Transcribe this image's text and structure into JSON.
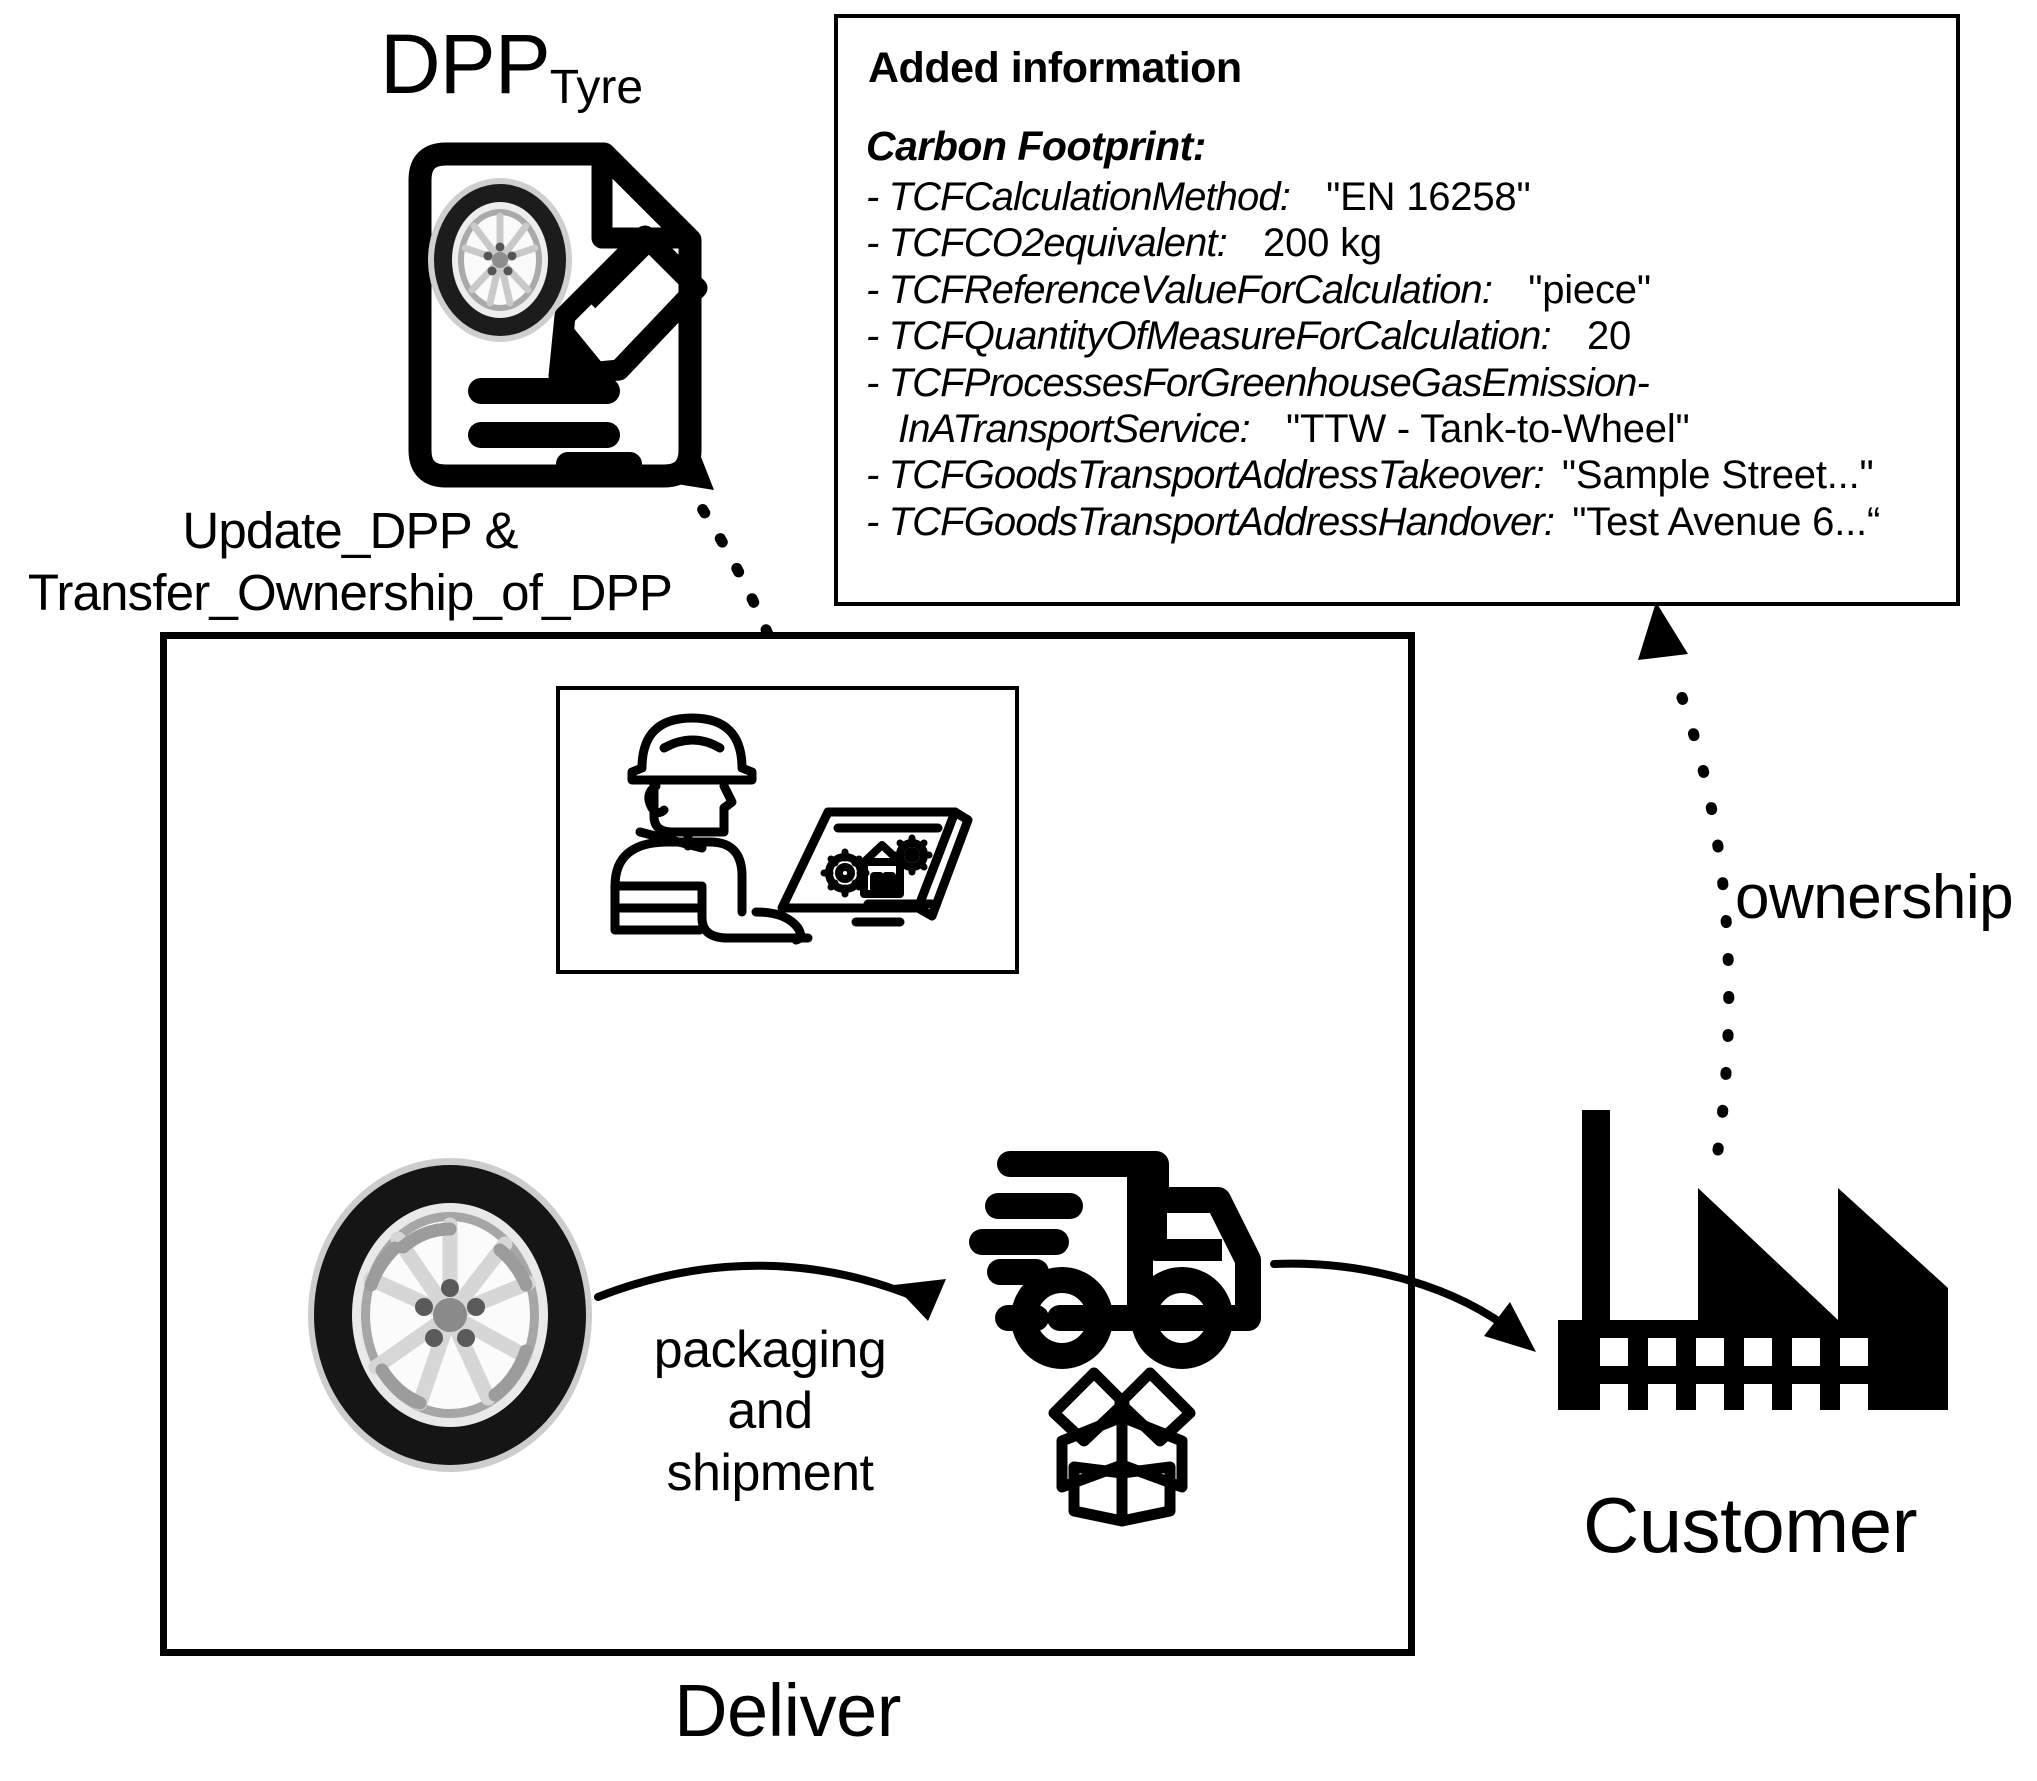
{
  "dpp": {
    "main": "DPP",
    "subscript": "Tyre",
    "icon_name": "document-with-tyre-and-pencil"
  },
  "info_box": {
    "title": "Added information",
    "section_title": "Carbon Footprint:",
    "entries": [
      {
        "bullet": "-",
        "key": "TCFCalculationMethod:",
        "value": "\"EN 16258\""
      },
      {
        "bullet": "-",
        "key": "TCFCO2equivalent:",
        "value": "200 kg"
      },
      {
        "bullet": "-",
        "key": "TCFReferenceValueForCalculation:",
        "value": "\"piece\""
      },
      {
        "bullet": "-",
        "key": "TCFQuantityOfMeasureForCalculation:",
        "value": "20"
      },
      {
        "bullet": "-",
        "key": "TCFProcessesForGreenhouseGasEmission-",
        "value": ""
      },
      {
        "bullet": "",
        "key": "InATransportService:",
        "value": "\"TTW - Tank-to-Wheel\"",
        "continuation": true
      },
      {
        "bullet": "-",
        "key": "TCFGoodsTransportAddressTakeover:",
        "value": "\"Sample Street...\""
      },
      {
        "bullet": "-",
        "key": "TCFGoodsTransportAddressHandover:",
        "value": "\"Test Avenue 6...“"
      }
    ]
  },
  "flows": {
    "update_dpp_caption_line1": "Update_DPP &",
    "update_dpp_caption_line2": "Transfer_Ownership_of_DPP",
    "packaging_line1": "packaging",
    "packaging_line2": "and",
    "packaging_line3": "shipment",
    "ownership_label": "ownership"
  },
  "deliver": {
    "label": "Deliver",
    "worker_icon_name": "worker-at-laptop",
    "tyre_icon_name": "tyre-wheel",
    "truck_icon_name": "delivery-truck",
    "box_icon_name": "open-cardboard-box"
  },
  "customer": {
    "label": "Customer",
    "icon_name": "factory"
  },
  "colors": {
    "stroke": "#000000",
    "background": "#ffffff",
    "tyre_rubber": "#1a1a1a",
    "tyre_rim_light": "#e0e0e0",
    "tyre_rim_mid": "#a8a8a8",
    "tyre_rim_pale": "#f2f2f2"
  }
}
